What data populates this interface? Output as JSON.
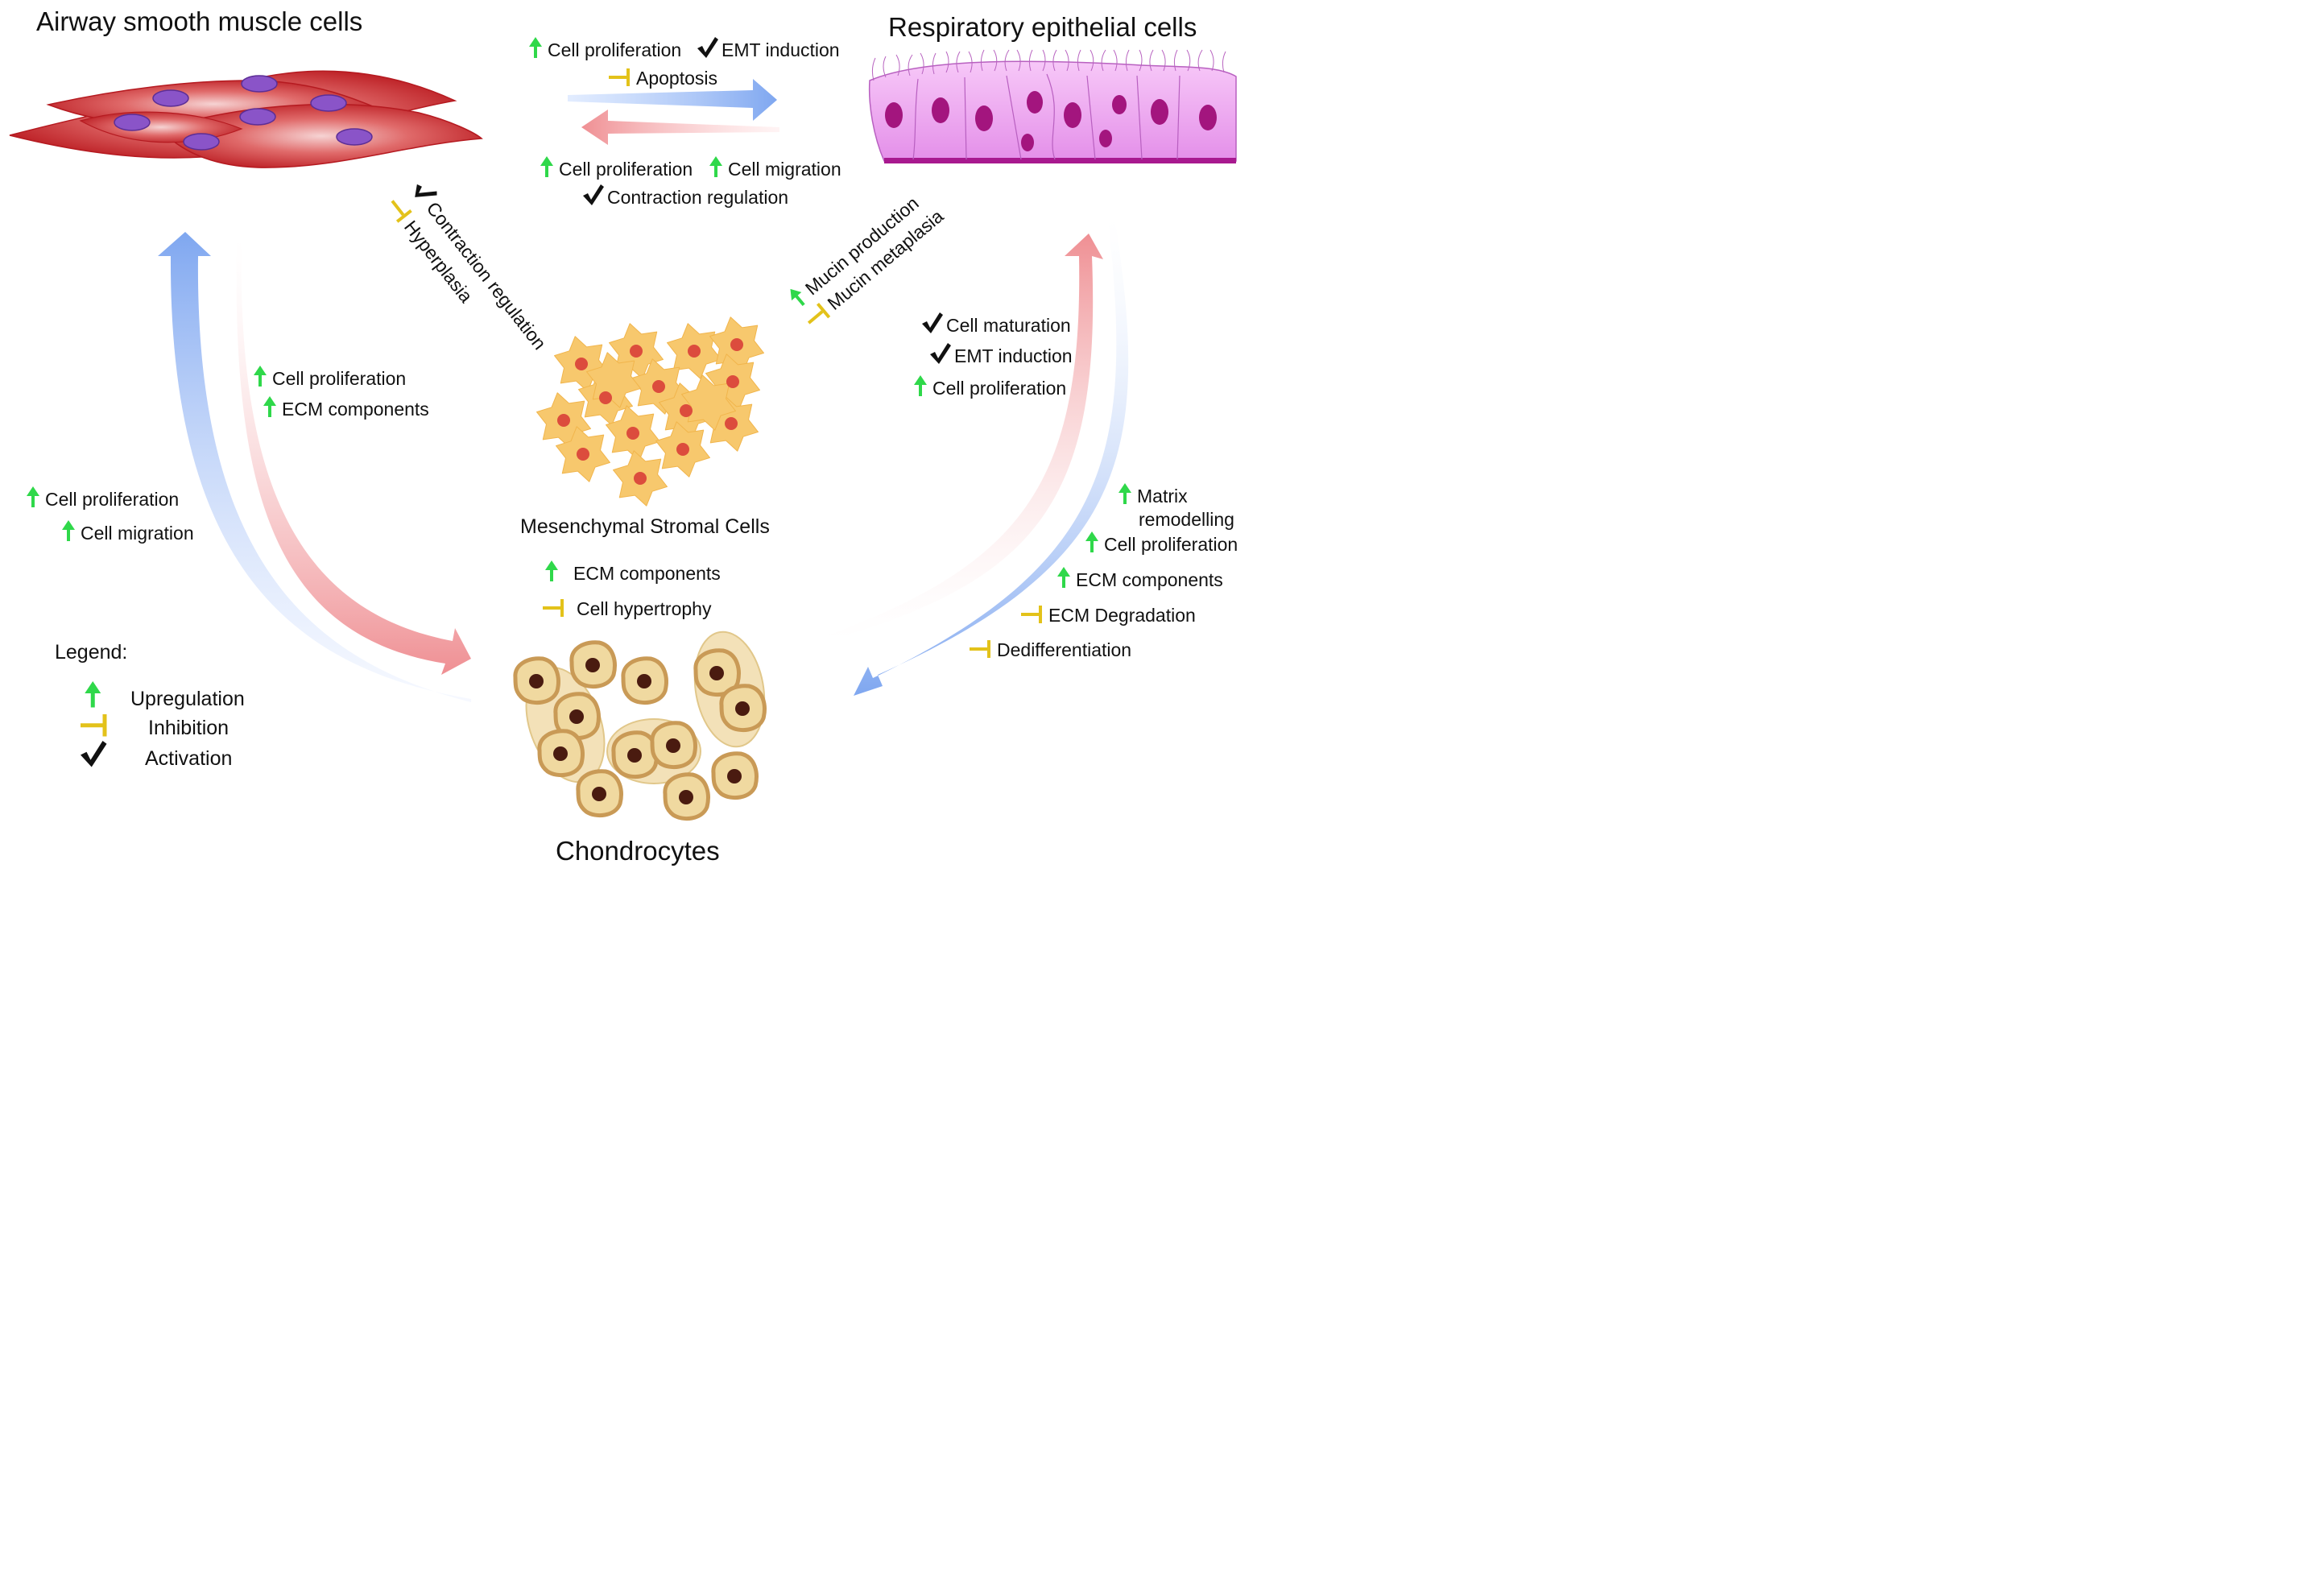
{
  "colors": {
    "up": "#2fd84a",
    "inhibit": "#e3c21a",
    "activate": "#111111",
    "blue_arrow": "#7fa7f0",
    "red_arrow": "#ef8f93",
    "smooth_muscle": "#c81f25",
    "smooth_nucleus": "#8a54c8",
    "epithelium": "#ea97ef",
    "epi_nucleus": "#a3157e",
    "msc_cell": "#f7c86d",
    "msc_nucleus": "#dc4c3d",
    "chondro_cell": "#f0d9a0",
    "chondro_rim": "#c99a56",
    "chondro_nucleus": "#4a1b10"
  },
  "titles": {
    "asm": "Airway smooth muscle cells",
    "epi": "Respiratory epithelial cells",
    "msc": "Mesenchymal Stromal Cells",
    "chondro": "Chondrocytes"
  },
  "asm_to_epi": {
    "items": [
      {
        "icon": "up",
        "text": "Cell proliferation"
      },
      {
        "icon": "act",
        "text": "EMT induction"
      },
      {
        "icon": "inh",
        "text": "Apoptosis"
      }
    ]
  },
  "epi_to_asm": {
    "items": [
      {
        "icon": "up",
        "text": "Cell proliferation"
      },
      {
        "icon": "up",
        "text": "Cell migration"
      },
      {
        "icon": "act",
        "text": "Contraction regulation"
      }
    ]
  },
  "msc_to_asm": {
    "items": [
      {
        "icon": "act",
        "text": "Contraction regulation"
      },
      {
        "icon": "inh",
        "text": "Hyperplasia"
      }
    ]
  },
  "msc_to_epi": {
    "items": [
      {
        "icon": "up",
        "text": "Mucin production"
      },
      {
        "icon": "inh",
        "text": "Mucin metaplasia"
      }
    ]
  },
  "asm_to_chondro": {
    "items": [
      {
        "icon": "up",
        "text": "Cell proliferation"
      },
      {
        "icon": "up",
        "text": "ECM components"
      }
    ]
  },
  "chondro_to_asm": {
    "items": [
      {
        "icon": "up",
        "text": "Cell proliferation"
      },
      {
        "icon": "up",
        "text": "Cell migration"
      }
    ]
  },
  "chondro_to_epi": {
    "items": [
      {
        "icon": "act",
        "text": "Cell maturation"
      },
      {
        "icon": "act",
        "text": "EMT induction"
      },
      {
        "icon": "up",
        "text": "Cell proliferation"
      }
    ]
  },
  "epi_to_chondro": {
    "items": [
      {
        "icon": "up",
        "text": "Matrix"
      },
      {
        "icon": "none",
        "text": "remodelling"
      },
      {
        "icon": "up",
        "text": "Cell proliferation"
      },
      {
        "icon": "up",
        "text": "ECM components"
      },
      {
        "icon": "inh",
        "text": "ECM Degradation"
      },
      {
        "icon": "inh",
        "text": "Dedifferentiation"
      }
    ]
  },
  "msc_to_chondro": {
    "items": [
      {
        "icon": "up",
        "text": "ECM components"
      },
      {
        "icon": "inh",
        "text": "Cell hypertrophy"
      }
    ]
  },
  "legend": {
    "title": "Legend:",
    "items": [
      {
        "icon": "up",
        "text": "Upregulation"
      },
      {
        "icon": "inh",
        "text": "Inhibition"
      },
      {
        "icon": "act",
        "text": "Activation"
      }
    ]
  }
}
